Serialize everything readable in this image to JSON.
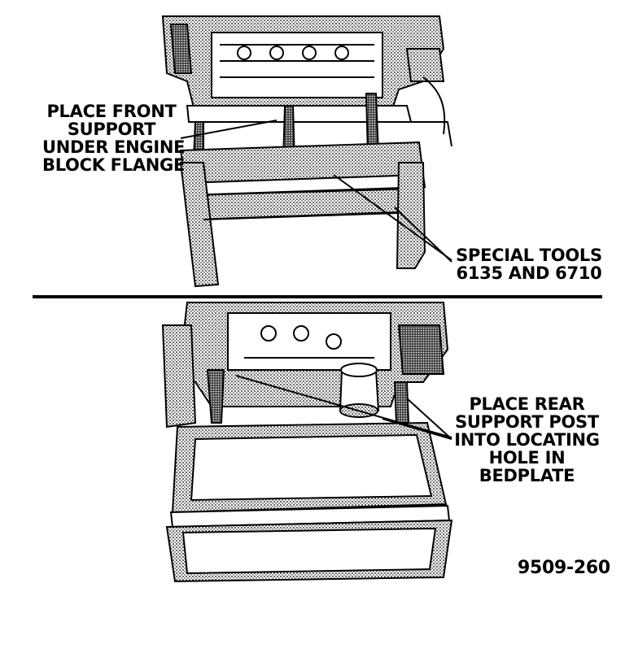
{
  "top_panel": {
    "front_support_callout": [
      "PLACE FRONT",
      "SUPPORT",
      "UNDER ENGINE",
      "BLOCK FLANGE"
    ],
    "special_tools_callout": [
      "SPECIAL TOOLS",
      "6135 AND 6710"
    ]
  },
  "bottom_panel": {
    "rear_support_callout": [
      "PLACE REAR",
      "SUPPORT POST",
      "INTO LOCATING",
      "HOLE IN",
      "BEDPLATE"
    ]
  },
  "figure_number": "9509-260"
}
